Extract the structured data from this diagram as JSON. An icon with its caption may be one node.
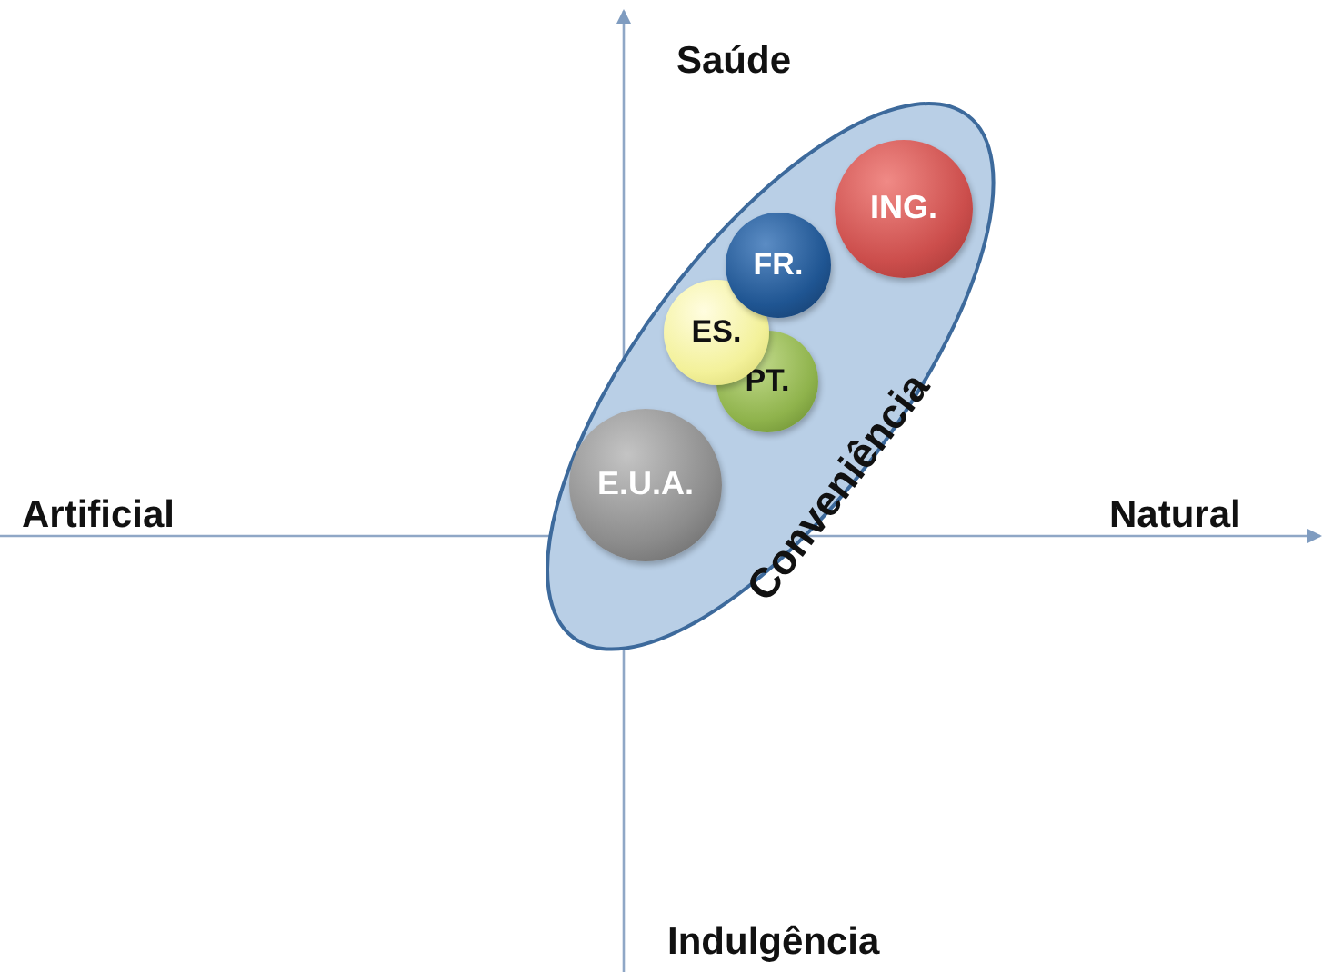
{
  "diagram": {
    "nodes": [
      {
        "text": [
          "Conveniência"
        ]
      },
      {
        "text": [
          "ING."
        ],
        "in": 0
      },
      {
        "text": [
          "FR."
        ],
        "in": 0
      },
      {
        "text": [
          "ES."
        ],
        "in": 0
      },
      {
        "text": [
          "PT."
        ],
        "in": 0
      },
      {
        "text": [
          "E.U.A."
        ],
        "in": 0
      }
    ],
    "labels": [
      "Saúde",
      "Artificial",
      "Natural",
      "Indulgência"
    ]
  }
}
